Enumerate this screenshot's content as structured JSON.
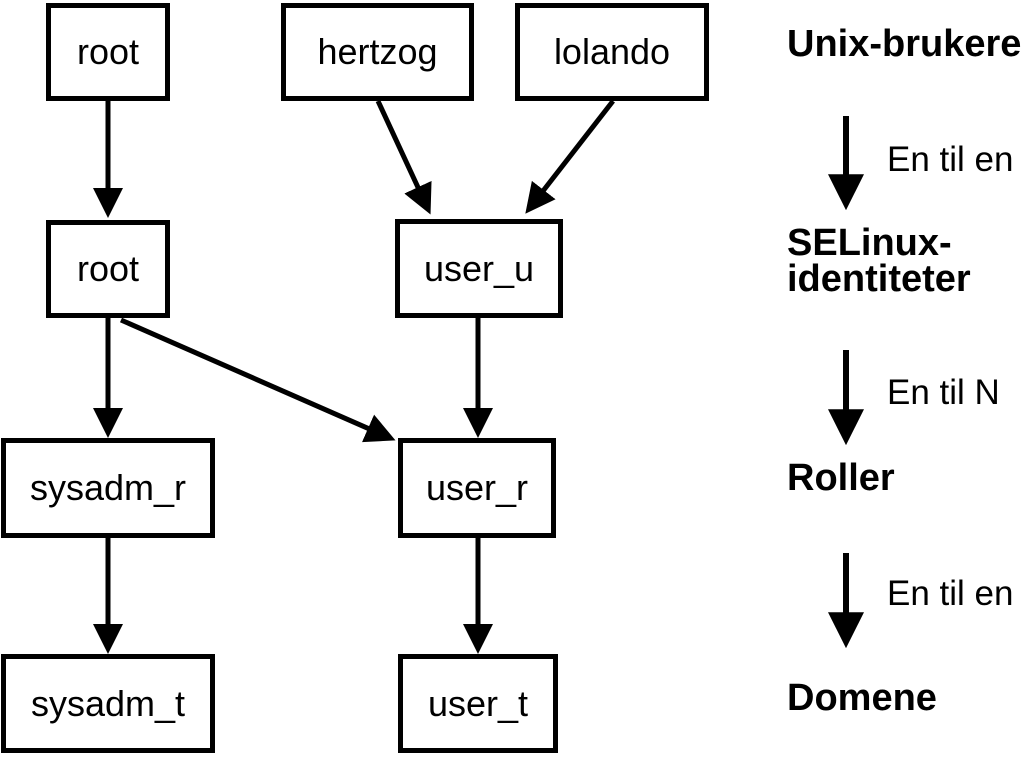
{
  "colors": {
    "background": "#ffffff",
    "foreground": "#000000"
  },
  "diagram": {
    "nodes": [
      {
        "id": "unix-root",
        "level": "Unix-brukere",
        "label": "root"
      },
      {
        "id": "unix-hertzog",
        "level": "Unix-brukere",
        "label": "hertzog"
      },
      {
        "id": "unix-lolando",
        "level": "Unix-brukere",
        "label": "lolando"
      },
      {
        "id": "selinux-root",
        "level": "SELinux-identiteter",
        "label": "root"
      },
      {
        "id": "selinux-user_u",
        "level": "SELinux-identiteter",
        "label": "user_u"
      },
      {
        "id": "role-sysadm_r",
        "level": "Roller",
        "label": "sysadm_r"
      },
      {
        "id": "role-user_r",
        "level": "Roller",
        "label": "user_r"
      },
      {
        "id": "domain-sysadm_t",
        "level": "Domene",
        "label": "sysadm_t"
      },
      {
        "id": "domain-user_t",
        "level": "Domene",
        "label": "user_t"
      }
    ],
    "edges": [
      {
        "from": "unix-root",
        "to": "selinux-root"
      },
      {
        "from": "unix-hertzog",
        "to": "selinux-user_u"
      },
      {
        "from": "unix-lolando",
        "to": "selinux-user_u"
      },
      {
        "from": "selinux-root",
        "to": "role-sysadm_r"
      },
      {
        "from": "selinux-root",
        "to": "role-user_r"
      },
      {
        "from": "selinux-user_u",
        "to": "role-user_r"
      },
      {
        "from": "role-sysadm_r",
        "to": "domain-sysadm_t"
      },
      {
        "from": "role-user_r",
        "to": "domain-user_t"
      }
    ]
  },
  "legend": {
    "level_unix": "Unix-brukere",
    "level_selinux_line1": "SELinux-",
    "level_selinux_line2": "identiteter",
    "level_roles": "Roller",
    "level_domains": "Domene",
    "mapping_unix_to_selinux": "En til en",
    "mapping_selinux_to_roles": "En til N",
    "mapping_roles_to_domains": "En til en"
  }
}
